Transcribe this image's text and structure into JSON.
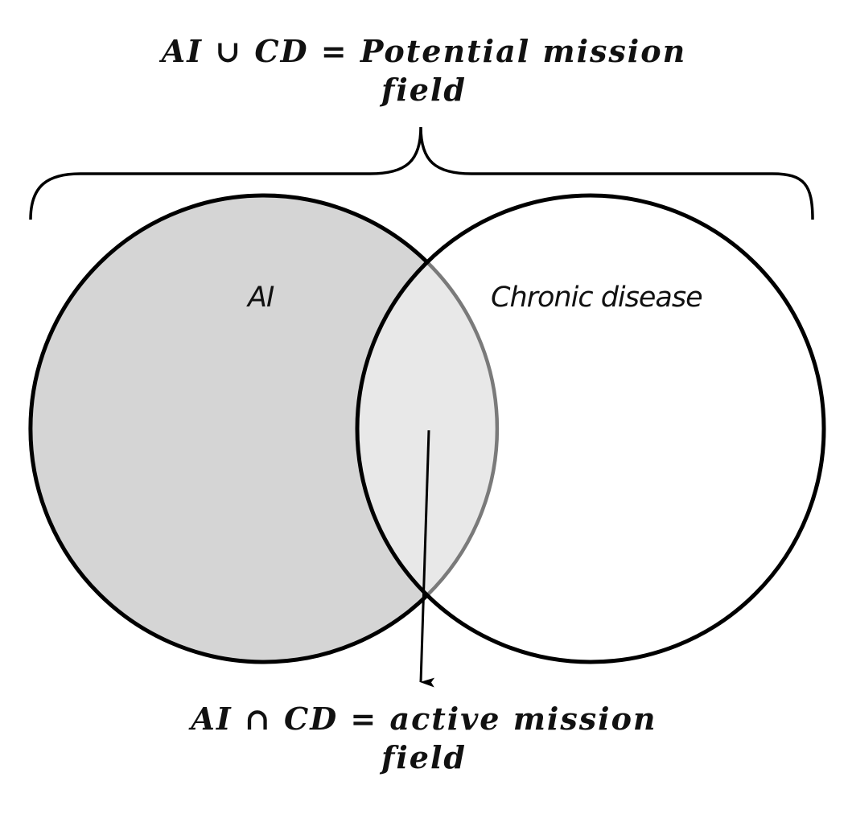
{
  "top_label": {
    "line1": "AI ∪ CD = Potential mission",
    "line2": "field"
  },
  "bottom_label": {
    "line1": "AI ∩ CD = active mission",
    "line2": "field"
  },
  "sets": {
    "left": {
      "label": "AI",
      "fill": "#d5d5d5"
    },
    "right": {
      "label": "Chronic disease",
      "fill": "#ffffff"
    },
    "intersection": {
      "fill": "#e8e8e8"
    }
  },
  "colors": {
    "outline": "#000000",
    "inner_arc": "#7a7a7a"
  }
}
